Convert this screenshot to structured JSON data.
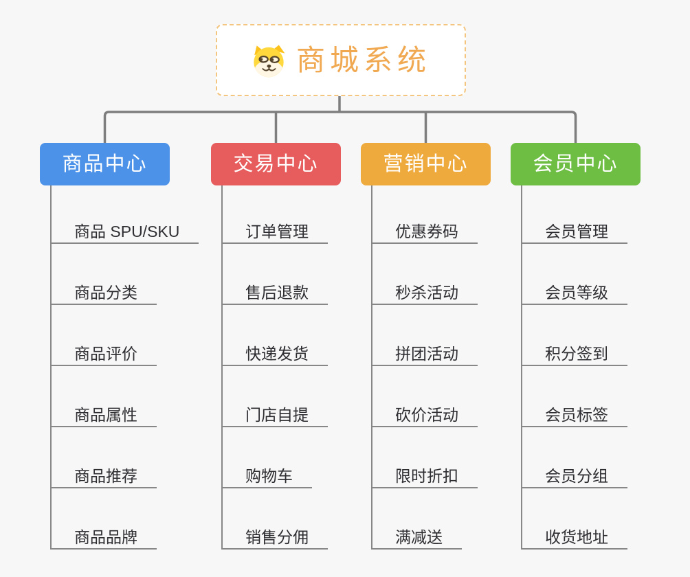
{
  "root": {
    "title": "商城系统",
    "icon": "dog-face-icon"
  },
  "colors": {
    "background": "#f7f7f7",
    "root_accent": "#f0a851",
    "root_border": "#f4c57e",
    "connector_gray": "#7e7e7e",
    "underline_gray": "#878787",
    "child_text": "#2e2e32",
    "branch_blue": "#4b92e8",
    "branch_red": "#e75d5d",
    "branch_orange": "#efaa3d",
    "branch_green": "#6ebe44"
  },
  "branches": [
    {
      "label": "商品中心",
      "color": "#4b92e8",
      "children": [
        "商品 SPU/SKU",
        "商品分类",
        "商品评价",
        "商品属性",
        "商品推荐",
        "商品品牌"
      ]
    },
    {
      "label": "交易中心",
      "color": "#e75d5d",
      "children": [
        "订单管理",
        "售后退款",
        "快递发货",
        "门店自提",
        "购物车",
        "销售分佣"
      ]
    },
    {
      "label": "营销中心",
      "color": "#efaa3d",
      "children": [
        "优惠券码",
        "秒杀活动",
        "拼团活动",
        "砍价活动",
        "限时折扣",
        "满减送"
      ]
    },
    {
      "label": "会员中心",
      "color": "#6ebe44",
      "children": [
        "会员管理",
        "会员等级",
        "积分签到",
        "会员标签",
        "会员分组",
        "收货地址"
      ]
    }
  ]
}
